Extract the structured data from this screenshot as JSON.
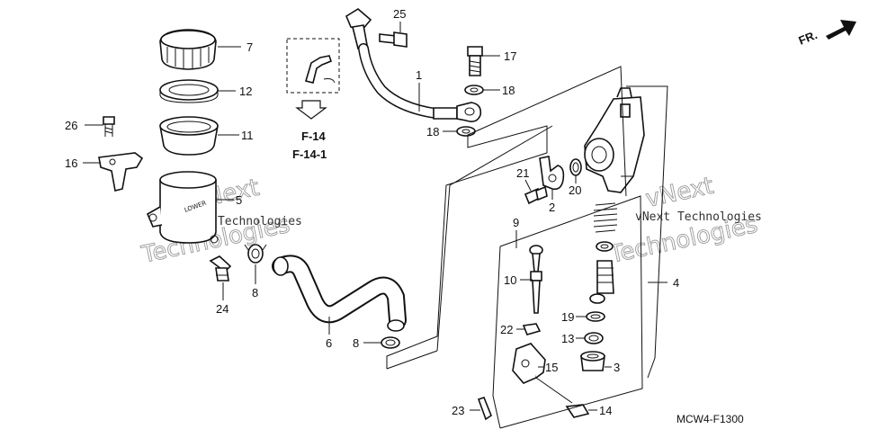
{
  "callouts": [
    {
      "id": "c7",
      "text": "7"
    },
    {
      "id": "c12",
      "text": "12"
    },
    {
      "id": "c11",
      "text": "11"
    },
    {
      "id": "c26",
      "text": "26"
    },
    {
      "id": "c16",
      "text": "16"
    },
    {
      "id": "c5",
      "text": "5"
    },
    {
      "id": "c24",
      "text": "24"
    },
    {
      "id": "c8a",
      "text": "8"
    },
    {
      "id": "c6",
      "text": "6"
    },
    {
      "id": "c8b",
      "text": "8"
    },
    {
      "id": "c25",
      "text": "25"
    },
    {
      "id": "c1",
      "text": "1"
    },
    {
      "id": "c17",
      "text": "17"
    },
    {
      "id": "c18a",
      "text": "18"
    },
    {
      "id": "c18b",
      "text": "18"
    },
    {
      "id": "c21",
      "text": "21"
    },
    {
      "id": "c20",
      "text": "20"
    },
    {
      "id": "c2",
      "text": "2"
    },
    {
      "id": "c9",
      "text": "9"
    },
    {
      "id": "c10",
      "text": "10"
    },
    {
      "id": "c22",
      "text": "22"
    },
    {
      "id": "c19",
      "text": "19"
    },
    {
      "id": "c13",
      "text": "13"
    },
    {
      "id": "c3",
      "text": "3"
    },
    {
      "id": "c15",
      "text": "15"
    },
    {
      "id": "c4",
      "text": "4"
    },
    {
      "id": "c23",
      "text": "23"
    },
    {
      "id": "c14",
      "text": "14"
    }
  ],
  "refs": {
    "ref1": "F-14",
    "ref2": "F-14-1"
  },
  "direction_label": "FR.",
  "diagram_code": "MCW4-F1300",
  "watermarks": {
    "small": "vNext Technologies",
    "big_line1": "vNext",
    "big_line2": "Technologies",
    "reservoir_text": "LOWER"
  }
}
